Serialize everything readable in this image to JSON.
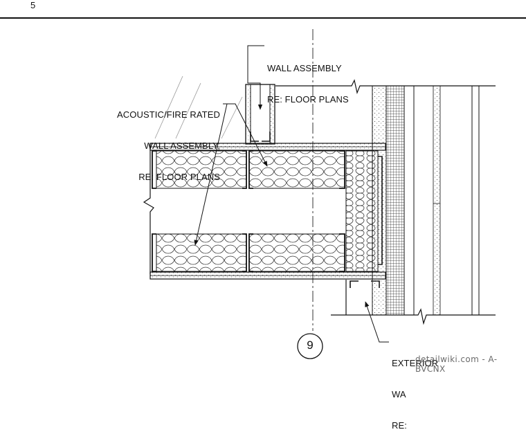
{
  "sheet": {
    "page_number": "5"
  },
  "notes": {
    "wall_assembly": [
      "WALL ASSEMBLY",
      "RE: FLOOR PLANS"
    ],
    "acoustic_wall": [
      "ACOUSTIC/FIRE RATED",
      "WALL ASSEMBLY,",
      "RE: FLOOR PLANS"
    ],
    "exterior_wall": [
      "EXTERIOR",
      "WA",
      "RE:"
    ]
  },
  "gridline": {
    "label": "9"
  },
  "watermark": "detailwiki.com - A-BVCNX"
}
